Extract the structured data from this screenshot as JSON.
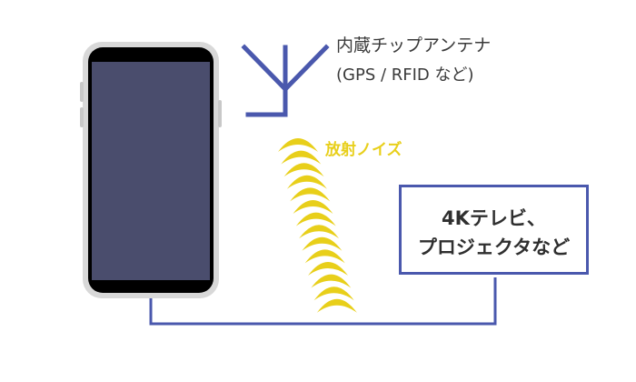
{
  "antenna": {
    "title": "内蔵チップアンテナ",
    "subtitle": "(GPS / RFID など)"
  },
  "noise": {
    "label": "放射ノイズ"
  },
  "device": {
    "line1": "4Kテレビ、",
    "line2": "プロジェクタなど"
  },
  "colors": {
    "line_blue": "#4a58ad",
    "noise_yellow": "#e8cf1a",
    "phone_screen": "#4a4d6d",
    "phone_bezel": "#000000",
    "phone_frame": "#d8d8d8",
    "text_dark": "#3a3a3a"
  },
  "noise_wave": {
    "arc_count": 14
  }
}
